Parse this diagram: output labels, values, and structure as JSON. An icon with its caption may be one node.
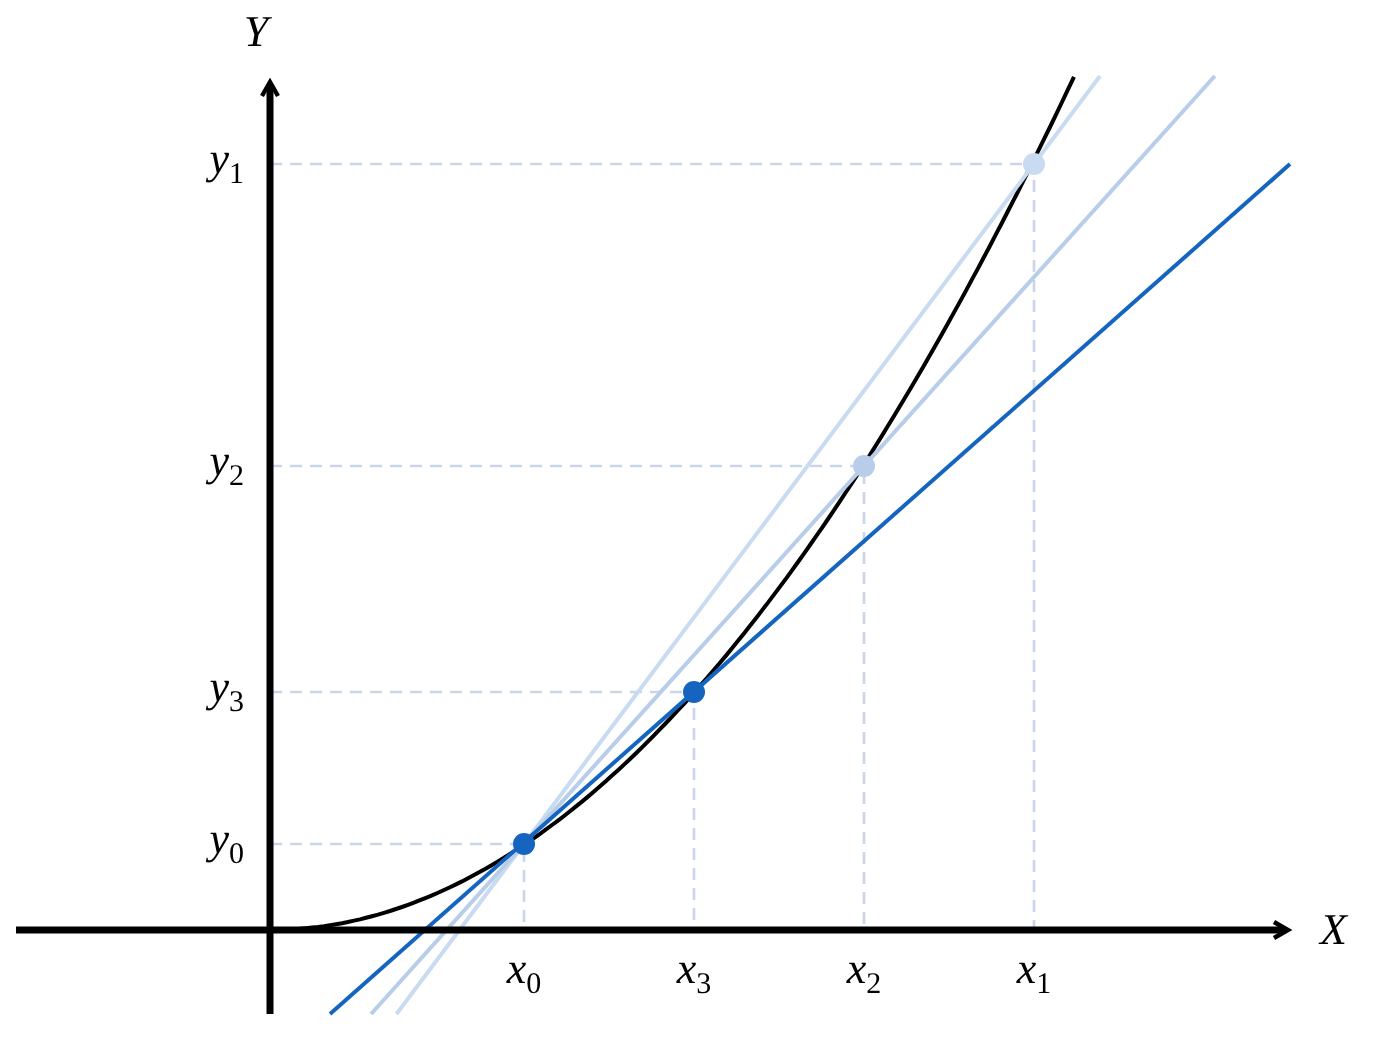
{
  "diagram": {
    "labels": [
      "*Y*",
      "*y*$_{1}$",
      "*y*$_{2}$",
      "*y*$_{3}$",
      "*y*$_{0}$",
      "*x*$_{0}$",
      "*x*$_{3}$",
      "*x*$_{2}$",
      "*x*$_{1}$",
      "*X*"
    ]
  }
}
